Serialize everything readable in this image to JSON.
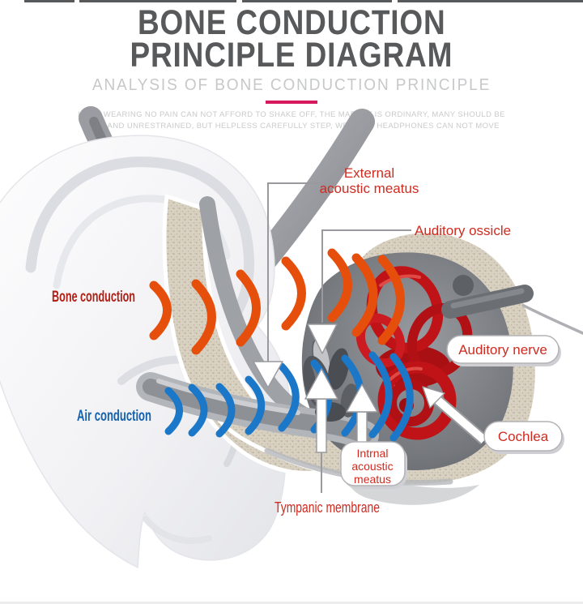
{
  "header": {
    "title_line1": "BONE CONDUCTION",
    "title_line2": "PRINCIPLE DIAGRAM",
    "subtitle": "ANALYSIS OF BONE CONDUCTION PRINCIPLE",
    "tagline_line1": "LONG WEARING NO PAIN CAN NOT AFFORD TO SHAKE OFF, THE MARKET IS ORDINARY, MANY SHOULD BE",
    "tagline_line2": "FREE AND UNRESTRAINED, BUT HELPLESS CAREFULLY STEP, WEARING HEADPHONES CAN NOT MOVE",
    "accent_color": "#d6195c",
    "title_color": "#58595b"
  },
  "diagram": {
    "labels": {
      "bone_conduction": "Bone conduction",
      "air_conduction": "Air conduction",
      "external_acoustic_meatus_line1": "External",
      "external_acoustic_meatus_line2": "acoustic meatus",
      "auditory_ossicle": "Auditory ossicle",
      "auditory_nerve": "Auditory nerve",
      "cochlea": "Cochlea",
      "internal_acoustic_meatus_line1": "Intrnal",
      "internal_acoustic_meatus_line2": "acoustic",
      "internal_acoustic_meatus_line3": "meatus",
      "tympanic_membrane": "Tympanic membrane"
    },
    "colors": {
      "bone_wave_orange": "#e64e0c",
      "air_wave_blue": "#1b77c7",
      "label_red": "#cf2b20",
      "bone_label_red": "#b02015",
      "air_label_blue": "#1462ad",
      "inner_ear_red": "#bf1318",
      "bone_beige": "#d9d2c3"
    }
  }
}
